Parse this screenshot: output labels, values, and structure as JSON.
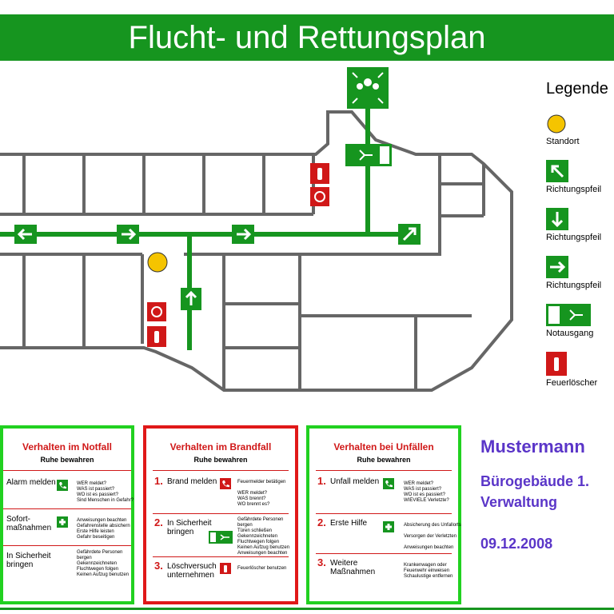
{
  "header": {
    "title": "Flucht- und Rettungsplan"
  },
  "legend": {
    "title": "Legende",
    "items": [
      {
        "label": "Standort",
        "icon": "location-dot-icon"
      },
      {
        "label": "Richtungspfeil",
        "icon": "arrow-up-left-icon"
      },
      {
        "label": "Richtungspfeil",
        "icon": "arrow-down-icon"
      },
      {
        "label": "Richtungspfeil",
        "icon": "arrow-right-icon"
      },
      {
        "label": "Notausgang",
        "icon": "emergency-exit-icon"
      },
      {
        "label": "Feuerlöscher",
        "icon": "fire-extinguisher-icon"
      }
    ]
  },
  "boxes": {
    "notfall": {
      "title": "Verhalten im Notfall",
      "subtitle": "Ruhe bewahren",
      "rows": [
        {
          "label": "Alarm melden",
          "lines": [
            "WER meldet?",
            "WAS ist passiert?",
            "WO ist es passiert?",
            "Sind Menschen in Gefahr?"
          ]
        },
        {
          "label_1": "Sofort-",
          "label_2": "maßnahmen",
          "lines": [
            "Anweisungen beachten",
            "Gefahrenstelle absichern",
            "Erste Hilfe leisten",
            "Gefahr beseitigen"
          ]
        },
        {
          "label_1": "In Sicherheit",
          "label_2": "bringen",
          "lines": [
            "Gefährdete Personen",
            "bergen",
            "Gekennzeichneten",
            "Fluchtwegen folgen",
            "Keinen Aufzug benutzen"
          ]
        }
      ]
    },
    "brandfall": {
      "title": "Verhalten im Brandfall",
      "subtitle": "Ruhe bewahren",
      "rows": [
        {
          "num": "1.",
          "label": "Brand melden",
          "lines": [
            "Feuermelder betätigen",
            "",
            "WER meldet?",
            "WAS brennt?",
            "WO brennt es?"
          ]
        },
        {
          "num": "2.",
          "label_1": "In Sicherheit",
          "label_2": "bringen",
          "lines": [
            "Gefährdete Personen",
            "bergen",
            "Türen schließen",
            "Gekennzeichneten",
            "Fluchtwegen folgen",
            "Keinen Aufzug benutzen",
            "Anweisungen beachten"
          ]
        },
        {
          "num": "3.",
          "label_1": "Löschversuch",
          "label_2": "unternehmen",
          "lines": [
            "Feuerlöscher benutzen"
          ]
        }
      ]
    },
    "unfaelle": {
      "title": "Verhalten bei Unfällen",
      "subtitle": "Ruhe bewahren",
      "rows": [
        {
          "num": "1.",
          "label": "Unfall melden",
          "lines": [
            "WER meldet?",
            "WAS ist passiert?",
            "WO ist es passiert?",
            "WIEVIELE Verletzte?"
          ]
        },
        {
          "num": "2.",
          "label": "Erste Hilfe",
          "lines": [
            "Absicherung des Unfallorts",
            "",
            "Versorgen der Verletzten",
            "",
            "Anweisungen beachten"
          ]
        },
        {
          "num": "3.",
          "label_1": "Weitere",
          "label_2": "Maßnahmen",
          "lines": [
            "Krankenwagen oder",
            "Feuerwehr einweisen",
            "Schaulustige entfernen"
          ]
        }
      ]
    }
  },
  "info": {
    "company": "Mustermann",
    "building": "Bürogebäude 1.",
    "department": "Verwaltung",
    "date": "09.12.2008"
  },
  "colors": {
    "green": "#16951f",
    "red": "#d01818",
    "purple": "#5a35c8",
    "location": "#f5c400"
  }
}
